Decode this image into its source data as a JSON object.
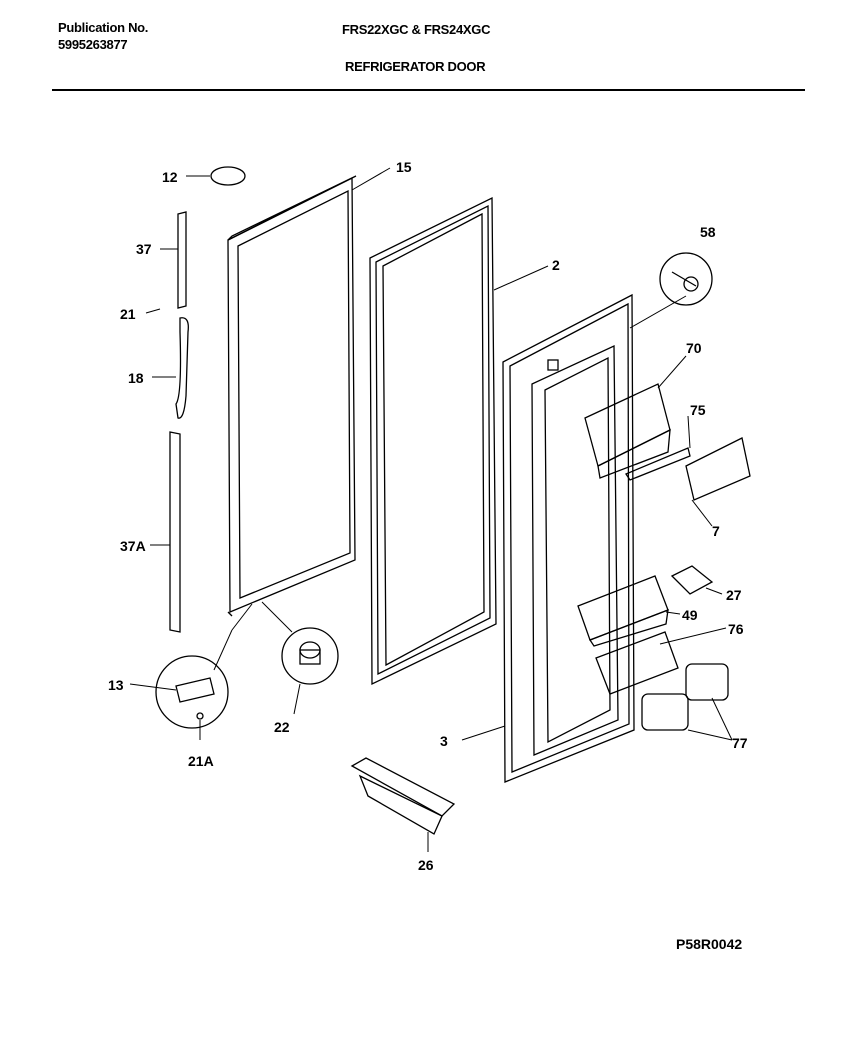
{
  "header": {
    "publication_label": "Publication No.",
    "publication_number": "5995263877",
    "models": "FRS22XGC & FRS24XGC",
    "section_title": "REFRIGERATOR DOOR"
  },
  "figure_code": "P58R0042",
  "callouts": [
    "12",
    "15",
    "37",
    "21",
    "18",
    "2",
    "58",
    "70",
    "75",
    "7",
    "37A",
    "27",
    "49",
    "76",
    "13",
    "22",
    "21A",
    "3",
    "77",
    "26"
  ]
}
